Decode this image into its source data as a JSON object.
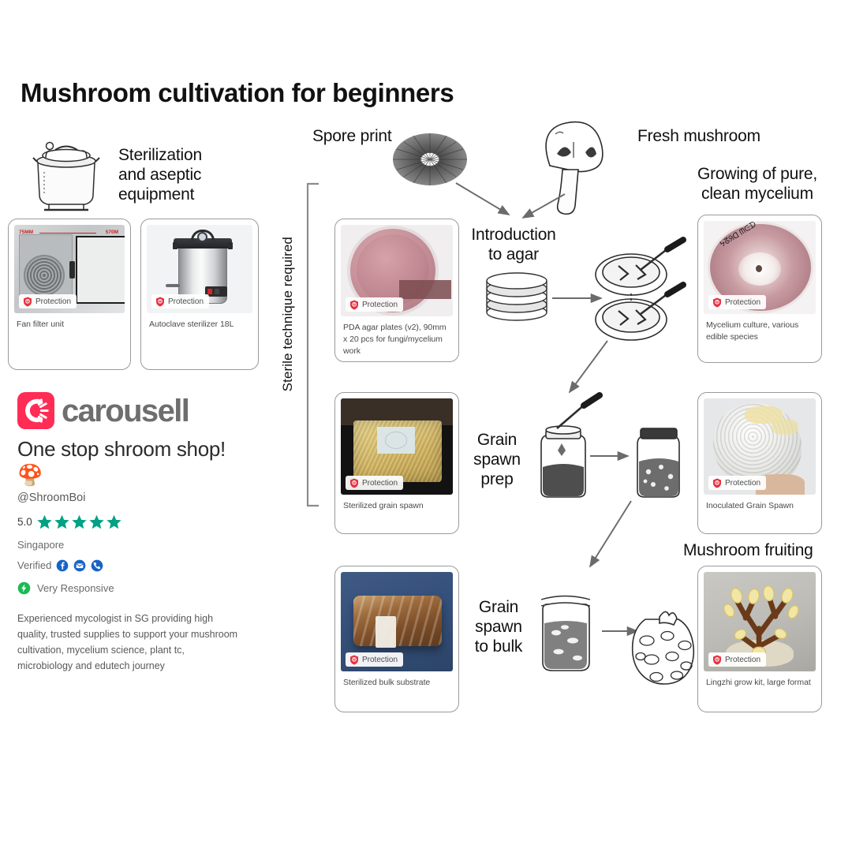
{
  "page": {
    "title": "Mushroom cultivation for beginners",
    "background": "#ffffff"
  },
  "colors": {
    "brand_red": "#ff2d55",
    "star_green": "#00a184",
    "responsive_green": "#1db954",
    "verified_blue": "#1763c6",
    "card_border": "#9a9a9a",
    "protection_red": "#e8313f"
  },
  "diagram": {
    "labels": [
      {
        "id": "sterilization-equipment",
        "text": "Sterilization and aseptic equipment",
        "lines": [
          "Sterilization",
          "and aseptic",
          "equipment"
        ]
      },
      {
        "id": "spore-print",
        "text": "Spore print",
        "lines": [
          "Spore print"
        ]
      },
      {
        "id": "fresh-mushroom",
        "text": "Fresh mushroom",
        "lines": [
          "Fresh mushroom"
        ]
      },
      {
        "id": "introduction-to-agar",
        "text": "Introduction to agar",
        "lines": [
          "Introduction",
          "to agar"
        ]
      },
      {
        "id": "growing-pure-mycelium",
        "text": "Growing of pure, clean mycelium",
        "lines": [
          "Growing of pure,",
          "clean mycelium"
        ]
      },
      {
        "id": "grain-spawn-prep",
        "text": "Grain spawn prep",
        "lines": [
          "Grain",
          "spawn",
          "prep"
        ]
      },
      {
        "id": "grain-spawn-to-bulk",
        "text": "Grain spawn to bulk",
        "lines": [
          "Grain",
          "spawn",
          "to bulk"
        ]
      },
      {
        "id": "mushroom-fruiting",
        "text": "Mushroom fruiting",
        "lines": [
          "Mushroom fruiting"
        ]
      }
    ],
    "bracket_label": "Sterile technique required"
  },
  "cards": [
    {
      "id": "fan-filter-unit",
      "caption": "Fan filter unit",
      "badge": "Protection",
      "image_overlay_left": "75MM",
      "image_overlay_right": "570M"
    },
    {
      "id": "autoclave-sterilizer",
      "caption": "Autoclave sterilizer 18L",
      "badge": "Protection"
    },
    {
      "id": "pda-agar-plates",
      "caption": "PDA agar plates (v2), 90mm x 20 pcs for fungi/mycelium work",
      "badge": "Protection"
    },
    {
      "id": "mycelium-culture",
      "caption": "Mycelium culture, various edible species",
      "badge": "Protection"
    },
    {
      "id": "sterilized-grain-spawn",
      "caption": "Sterilized grain spawn",
      "badge": "Protection"
    },
    {
      "id": "inoculated-grain-spawn",
      "caption": "Inoculated Grain Spawn",
      "badge": "Protection"
    },
    {
      "id": "sterilized-bulk-substrate",
      "caption": "Sterilized bulk substrate",
      "badge": "Protection"
    },
    {
      "id": "lingzhi-grow-kit",
      "caption": "Lingzhi grow kit, large format",
      "badge": "Protection"
    }
  ],
  "seller": {
    "brand_name": "carousell",
    "tagline": "One stop shroom shop! 🍄",
    "handle": "@ShroomBoi",
    "rating_value": "5.0",
    "stars_count": 5,
    "location": "Singapore",
    "verified_label": "Verified",
    "verified_channels": [
      "facebook-icon",
      "email-icon",
      "phone-icon"
    ],
    "responsive_label": "Very Responsive",
    "bio": "Experienced mycologist in SG providing high quality, trusted supplies to support your mushroom cultivation, mycelium science, plant tc, microbiology and edutech journey"
  }
}
